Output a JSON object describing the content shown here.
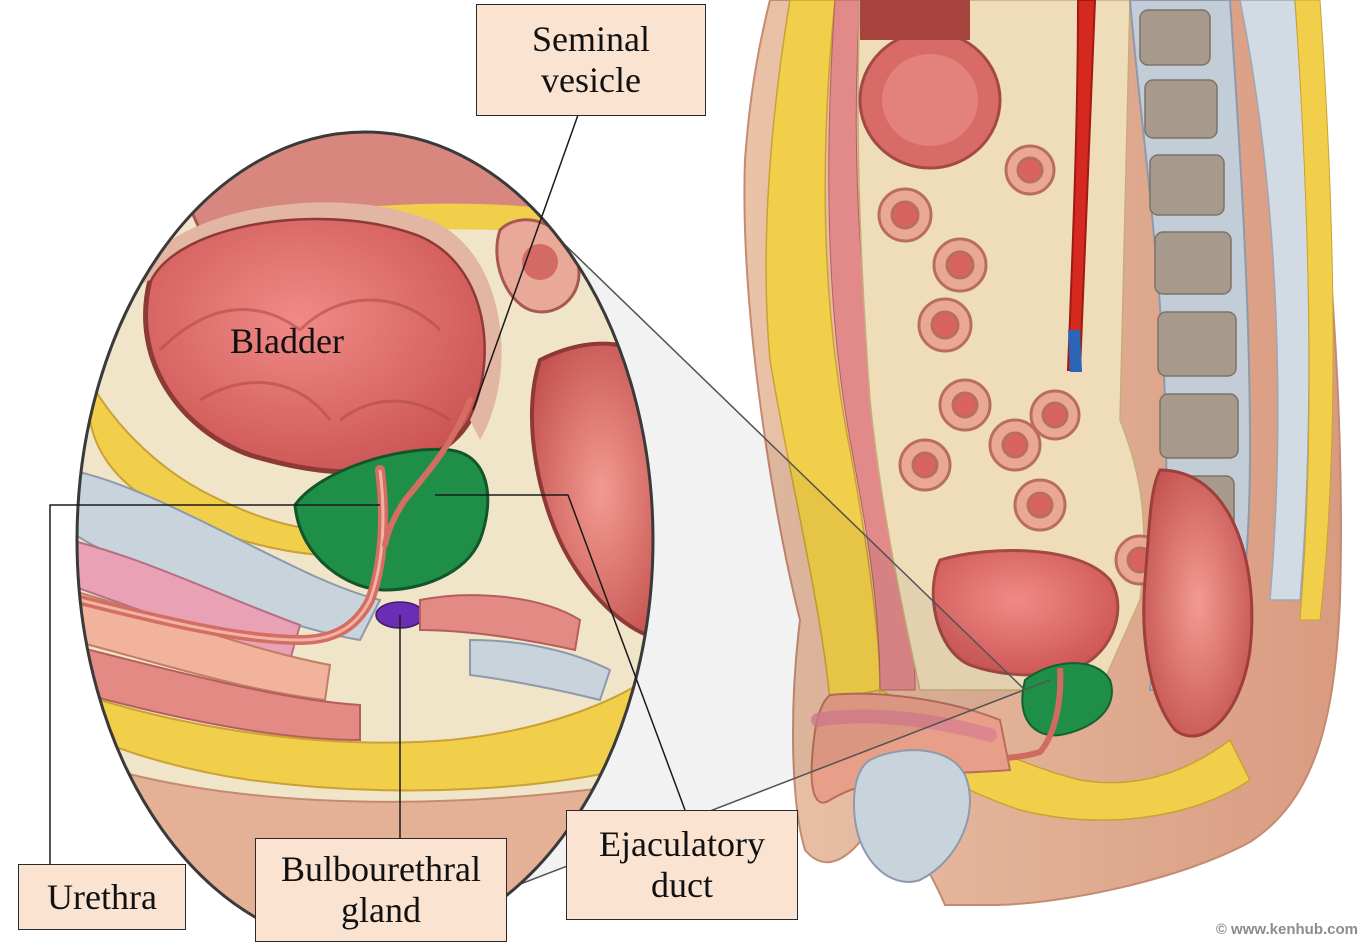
{
  "labels": {
    "seminal_vesicle": [
      "Seminal",
      "vesicle"
    ],
    "bladder": "Bladder",
    "urethra": "Urethra",
    "bulbourethral_gland": [
      "Bulbourethral",
      "gland"
    ],
    "ejaculatory_duct": [
      "Ejaculatory",
      "duct"
    ]
  },
  "credit": "© www.kenhub.com",
  "colors": {
    "label_fill": "#fbe3d2",
    "prostate": "#1f8f47",
    "bulbourethral_gland": "#6b2db3",
    "bladder": "#d9605f",
    "fat": "#f2cf4a",
    "fascia": "#c9d3dc",
    "skin": "#e7b9a0"
  }
}
